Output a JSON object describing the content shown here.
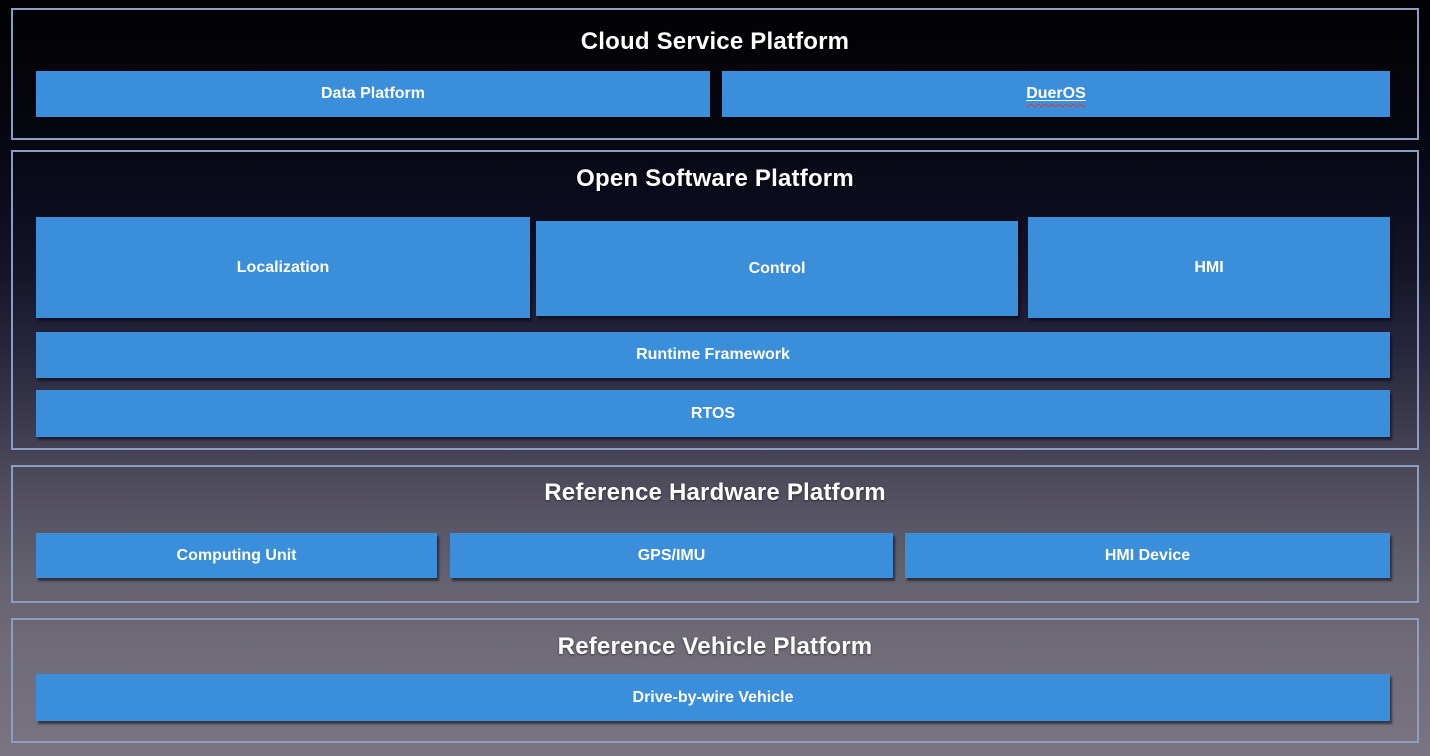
{
  "colors": {
    "box_blue": "#3b8ed9",
    "section_border": "#8c9cc3",
    "squiggle_red": "#e03b30",
    "text": "#ffffff"
  },
  "sections": [
    {
      "id": "cloud",
      "title": "Cloud Service Platform",
      "boxes": [
        {
          "label": "Data Platform"
        },
        {
          "label": "DuerOS",
          "underlined": true,
          "spellcheck_squiggle": true
        }
      ]
    },
    {
      "id": "software",
      "title": "Open Software Platform",
      "boxes": [
        {
          "label": "Localization"
        },
        {
          "label": "Control"
        },
        {
          "label": "HMI"
        },
        {
          "label": "Runtime Framework"
        },
        {
          "label": "RTOS"
        }
      ]
    },
    {
      "id": "hardware",
      "title": "Reference Hardware Platform",
      "boxes": [
        {
          "label": "Computing Unit"
        },
        {
          "label": "GPS/IMU"
        },
        {
          "label": "HMI Device"
        }
      ]
    },
    {
      "id": "vehicle",
      "title": "Reference Vehicle Platform",
      "boxes": [
        {
          "label": "Drive-by-wire Vehicle"
        }
      ]
    }
  ]
}
